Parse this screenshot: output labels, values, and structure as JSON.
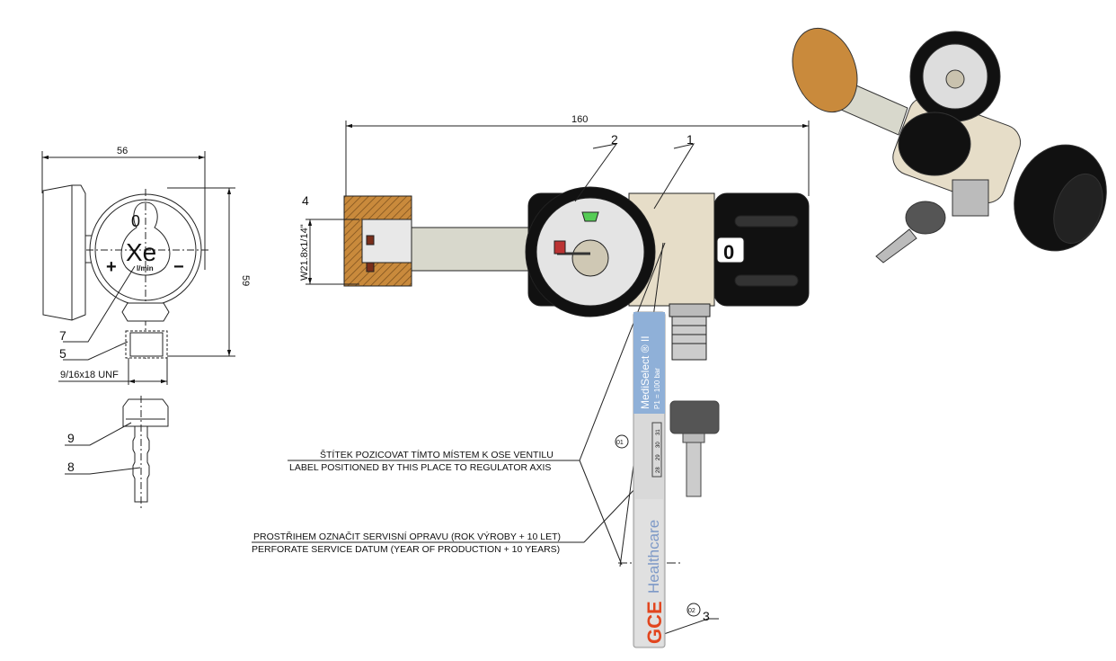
{
  "dimensions": {
    "width_main": "160",
    "width_side": "56",
    "height_side": "59",
    "thread_side": "9/16x18 UNF",
    "thread_main": "W21.8x1/14\""
  },
  "part_numbers": {
    "p1": "1",
    "p2": "2",
    "p3": "3",
    "p4": "4",
    "p5": "5",
    "p7": "7",
    "p8": "8",
    "p9": "9"
  },
  "callouts": {
    "c01": "01",
    "c02": "02"
  },
  "notes": {
    "label_cz": "ŠTÍTEK POZICOVAT TÍMTO MÍSTEM K OSE VENTILU",
    "label_en": "LABEL POSITIONED BY THIS PLACE TO REGULATOR AXIS",
    "service_cz": "PROSTŘIHEM OZNAČIT SERVISNÍ OPRAVU (ROK VÝROBY + 10 LET)",
    "service_en": "PERFORATE SERVICE DATUM (YEAR OF PRODUCTION + 10 YEARS)"
  },
  "knob": {
    "gas": "Xe",
    "unit": "l/min",
    "plus": "+",
    "minus": "−",
    "zero": "0"
  },
  "label_strip": {
    "product": "MediSelect ® II",
    "pressure": "P1 = 100 bar",
    "brand": "Healthcare",
    "logo": "GCE",
    "years": [
      "28",
      "29",
      "30",
      "31"
    ]
  },
  "colors": {
    "brass": "#c98a3c",
    "body": "#e6ddc8",
    "label_blue": "#8fb0d8",
    "label_gray": "#d9d9d9",
    "gce_red": "#e2461f"
  }
}
